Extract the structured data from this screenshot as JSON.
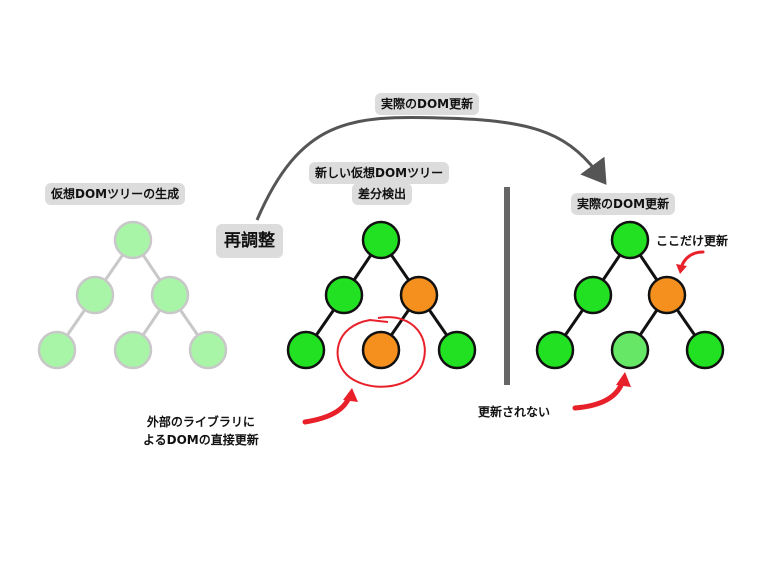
{
  "labels": {
    "generate_vdom": "仮想DOMツリーの生成",
    "reconcile": "再調整",
    "actual_update_arc": "実際のDOM更新",
    "new_vdom_line1": "新しい仮想DOMツリー",
    "new_vdom_line2": "差分検出",
    "actual_dom": "実際のDOM更新",
    "only_here": "ここだけ更新",
    "external_line1": "外部のライブラリに",
    "external_line2": "よるDOMの直接更新",
    "not_updated": "更新されない"
  },
  "colors": {
    "faded_node": "#a8f5a8",
    "faded_edge": "#c8c8c8",
    "green_node": "#22e022",
    "orange_node": "#f5901e",
    "light_green_node": "#66e866",
    "node_border": "#111111",
    "label_bg": "#dcdcdc",
    "arrow_red": "#e8202a",
    "divider": "#666666",
    "arc": "#555555"
  },
  "trees": [
    {
      "name": "generated-vdom-tree",
      "state": "faded",
      "nodes": [
        "faded",
        "faded",
        "faded",
        "faded",
        "faded",
        "faded"
      ]
    },
    {
      "name": "diff-vdom-tree",
      "state": "active",
      "nodes": [
        "green",
        "green",
        "orange",
        "green",
        "orange",
        "green"
      ]
    },
    {
      "name": "actual-dom-tree",
      "state": "active",
      "nodes": [
        "green",
        "green",
        "orange",
        "green",
        "light-green",
        "green"
      ]
    }
  ]
}
